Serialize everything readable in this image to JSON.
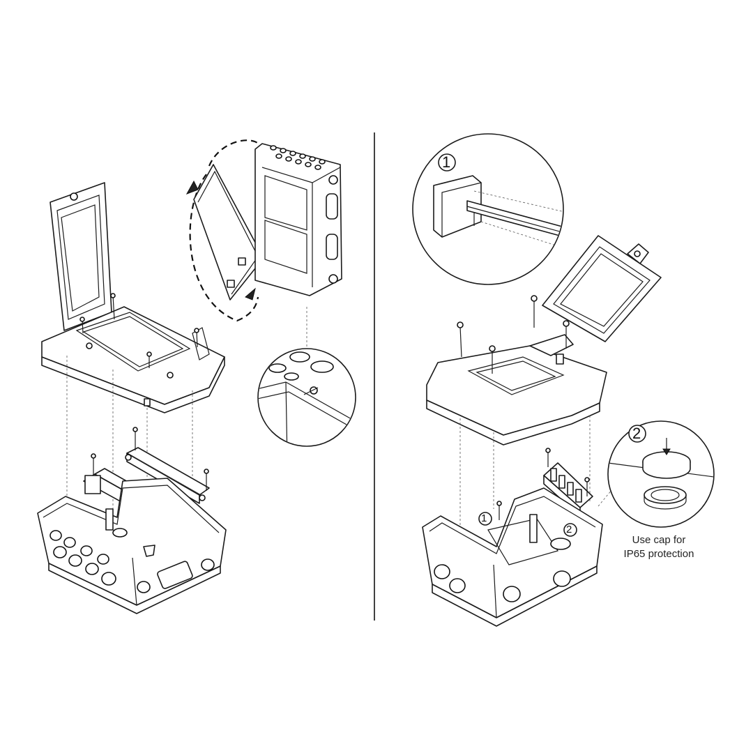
{
  "callouts": {
    "num1": "1",
    "num2": "2",
    "small1": "1",
    "small2": "2"
  },
  "note": {
    "line1": "Use cap for",
    "line2": "IP65 protection"
  }
}
